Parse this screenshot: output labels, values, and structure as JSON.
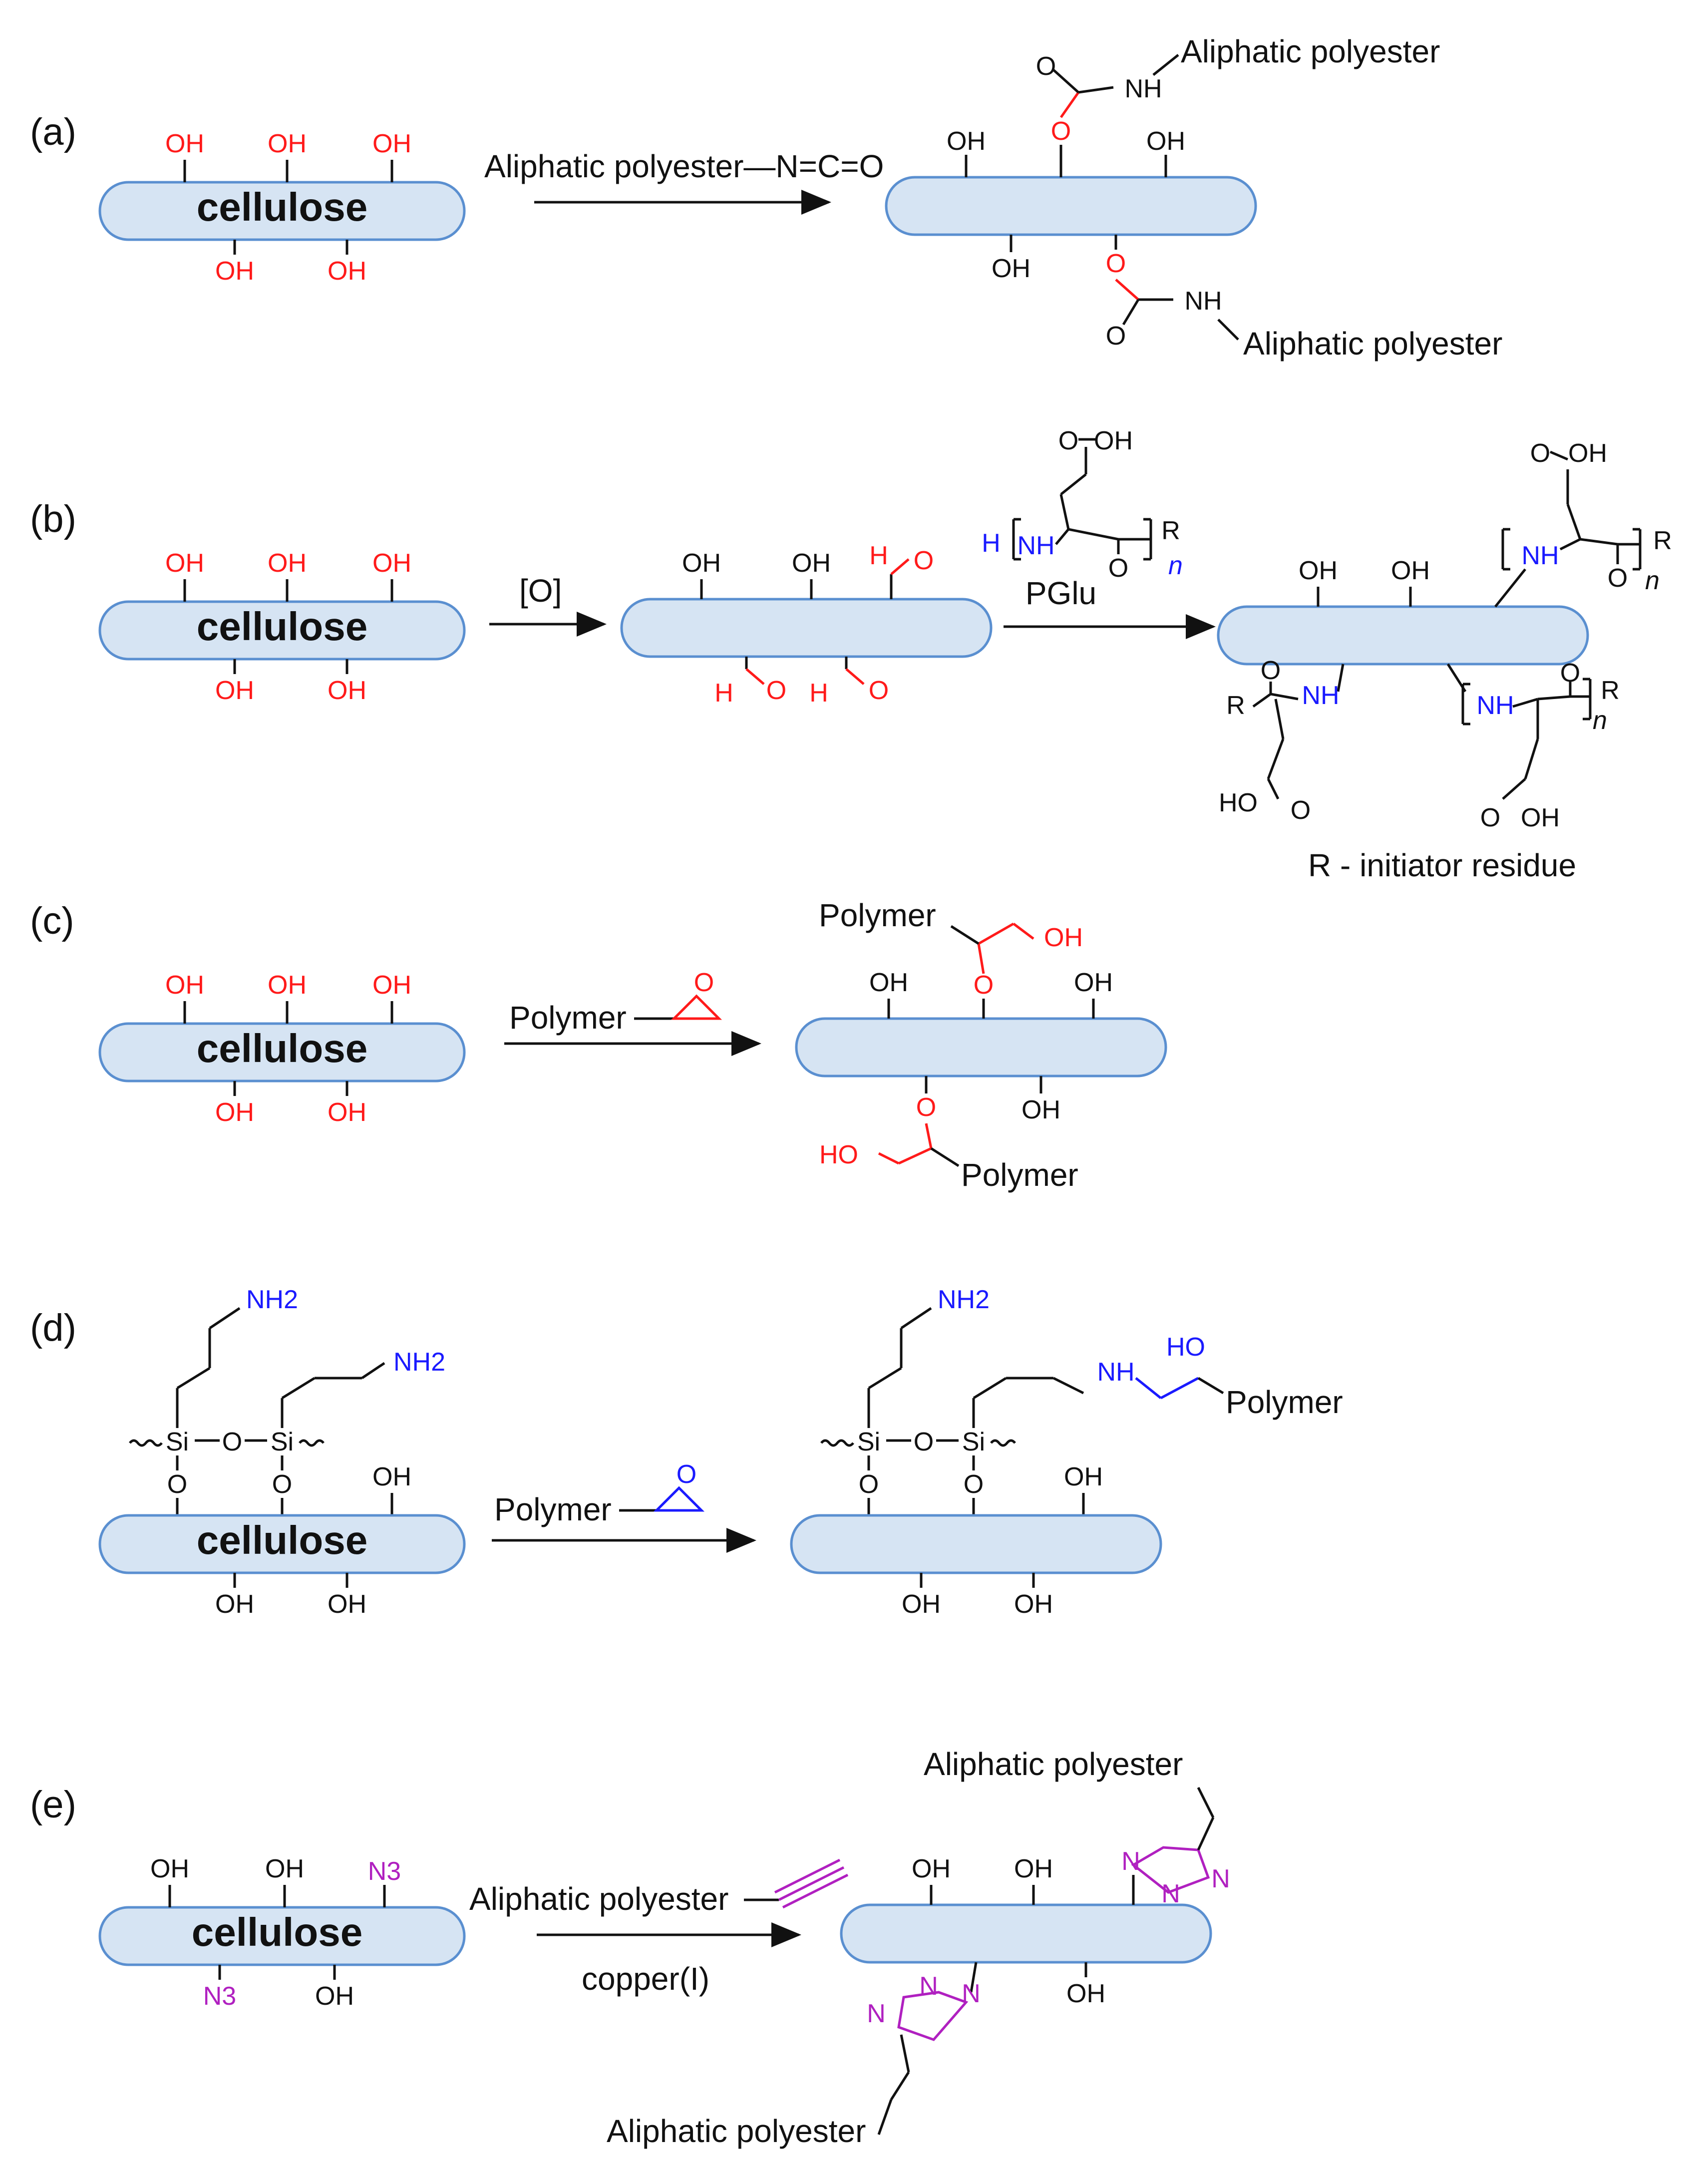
{
  "panels": {
    "a": {
      "label": "(a)",
      "cellulose": "cellulose",
      "reagent": "Aliphatic polyester—N=C=O",
      "product_top": "Aliphatic polyester",
      "product_bottom": "Aliphatic polyester",
      "oh": "OH",
      "nh": "NH",
      "o": "O"
    },
    "b": {
      "label": "(b)",
      "cellulose": "cellulose",
      "oxidant": "[O]",
      "reagent": "PGlu",
      "n": "n",
      "r": "R",
      "footnote": "R - initiator residue",
      "oh": "OH",
      "nh": "NH",
      "h": "H",
      "o": "O",
      "cooh": "OH",
      "ho": "HO"
    },
    "c": {
      "label": "(c)",
      "cellulose": "cellulose",
      "reagent": "Polymer",
      "product_top": "Polymer",
      "product_bottom": "Polymer",
      "oh": "OH",
      "ho": "HO",
      "o": "O"
    },
    "d": {
      "label": "(d)",
      "cellulose": "cellulose",
      "reagent": "Polymer",
      "product": "Polymer",
      "nh2": "NH2",
      "si": "Si",
      "o": "O",
      "oh": "OH",
      "nh": "NH",
      "ho": "HO"
    },
    "e": {
      "label": "(e)",
      "cellulose": "cellulose",
      "reagent": "Aliphatic polyester",
      "catalyst": "copper(I)",
      "product_top": "Aliphatic polyester",
      "product_bottom": "Aliphatic polyester",
      "oh": "OH",
      "n3": "N3",
      "n": "N"
    }
  },
  "colors": {
    "bar_fill": "#d6e4f3",
    "bar_stroke": "#5a8fd0",
    "reactive_red": "#ff1a1a",
    "amine_blue": "#1a1aff",
    "azide_purple": "#b020c0"
  }
}
